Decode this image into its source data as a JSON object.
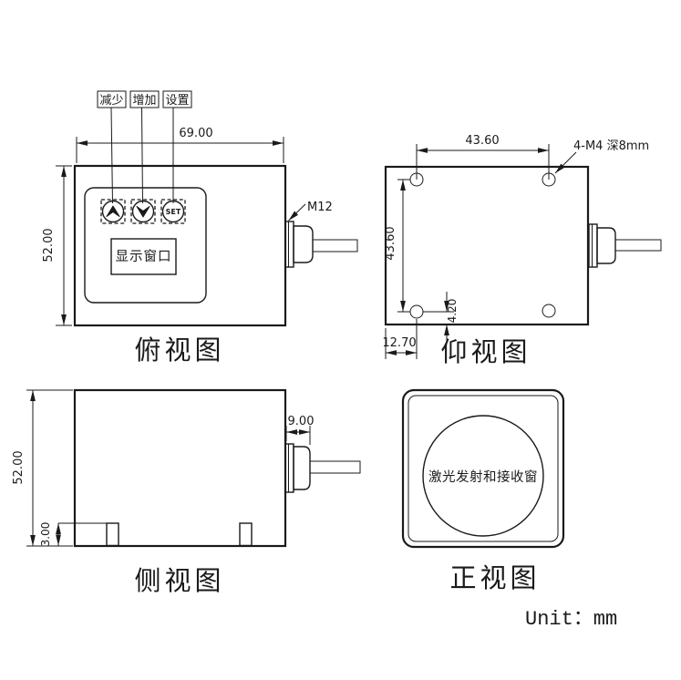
{
  "drawing": {
    "unit_label": "Unit：mm",
    "colors": {
      "line": "#1a1a1a",
      "background": "#ffffff"
    },
    "views": {
      "top": {
        "caption": "俯视图",
        "width_dim": "69.00",
        "height_dim": "52.00",
        "connector_label": "M12",
        "display_window_label": "显示窗口",
        "set_button_label": "SET",
        "callouts": {
          "decrease": "减少",
          "increase": "增加",
          "settings": "设置"
        }
      },
      "bottom": {
        "caption": "仰视图",
        "thread_callout": "4-M4 深8mm",
        "hole_spacing_h_dim": "43.60",
        "hole_spacing_v_dim": "43.60",
        "hole_to_edge_dim": "4.20",
        "hole_offset_dim": "12.70"
      },
      "side": {
        "caption": "侧视图",
        "height_dim": "52.00",
        "connector_len_dim": "9.00",
        "foot_dim": "3.00"
      },
      "front": {
        "caption": "正视图",
        "window_label": "激光发射和接收窗"
      }
    }
  }
}
